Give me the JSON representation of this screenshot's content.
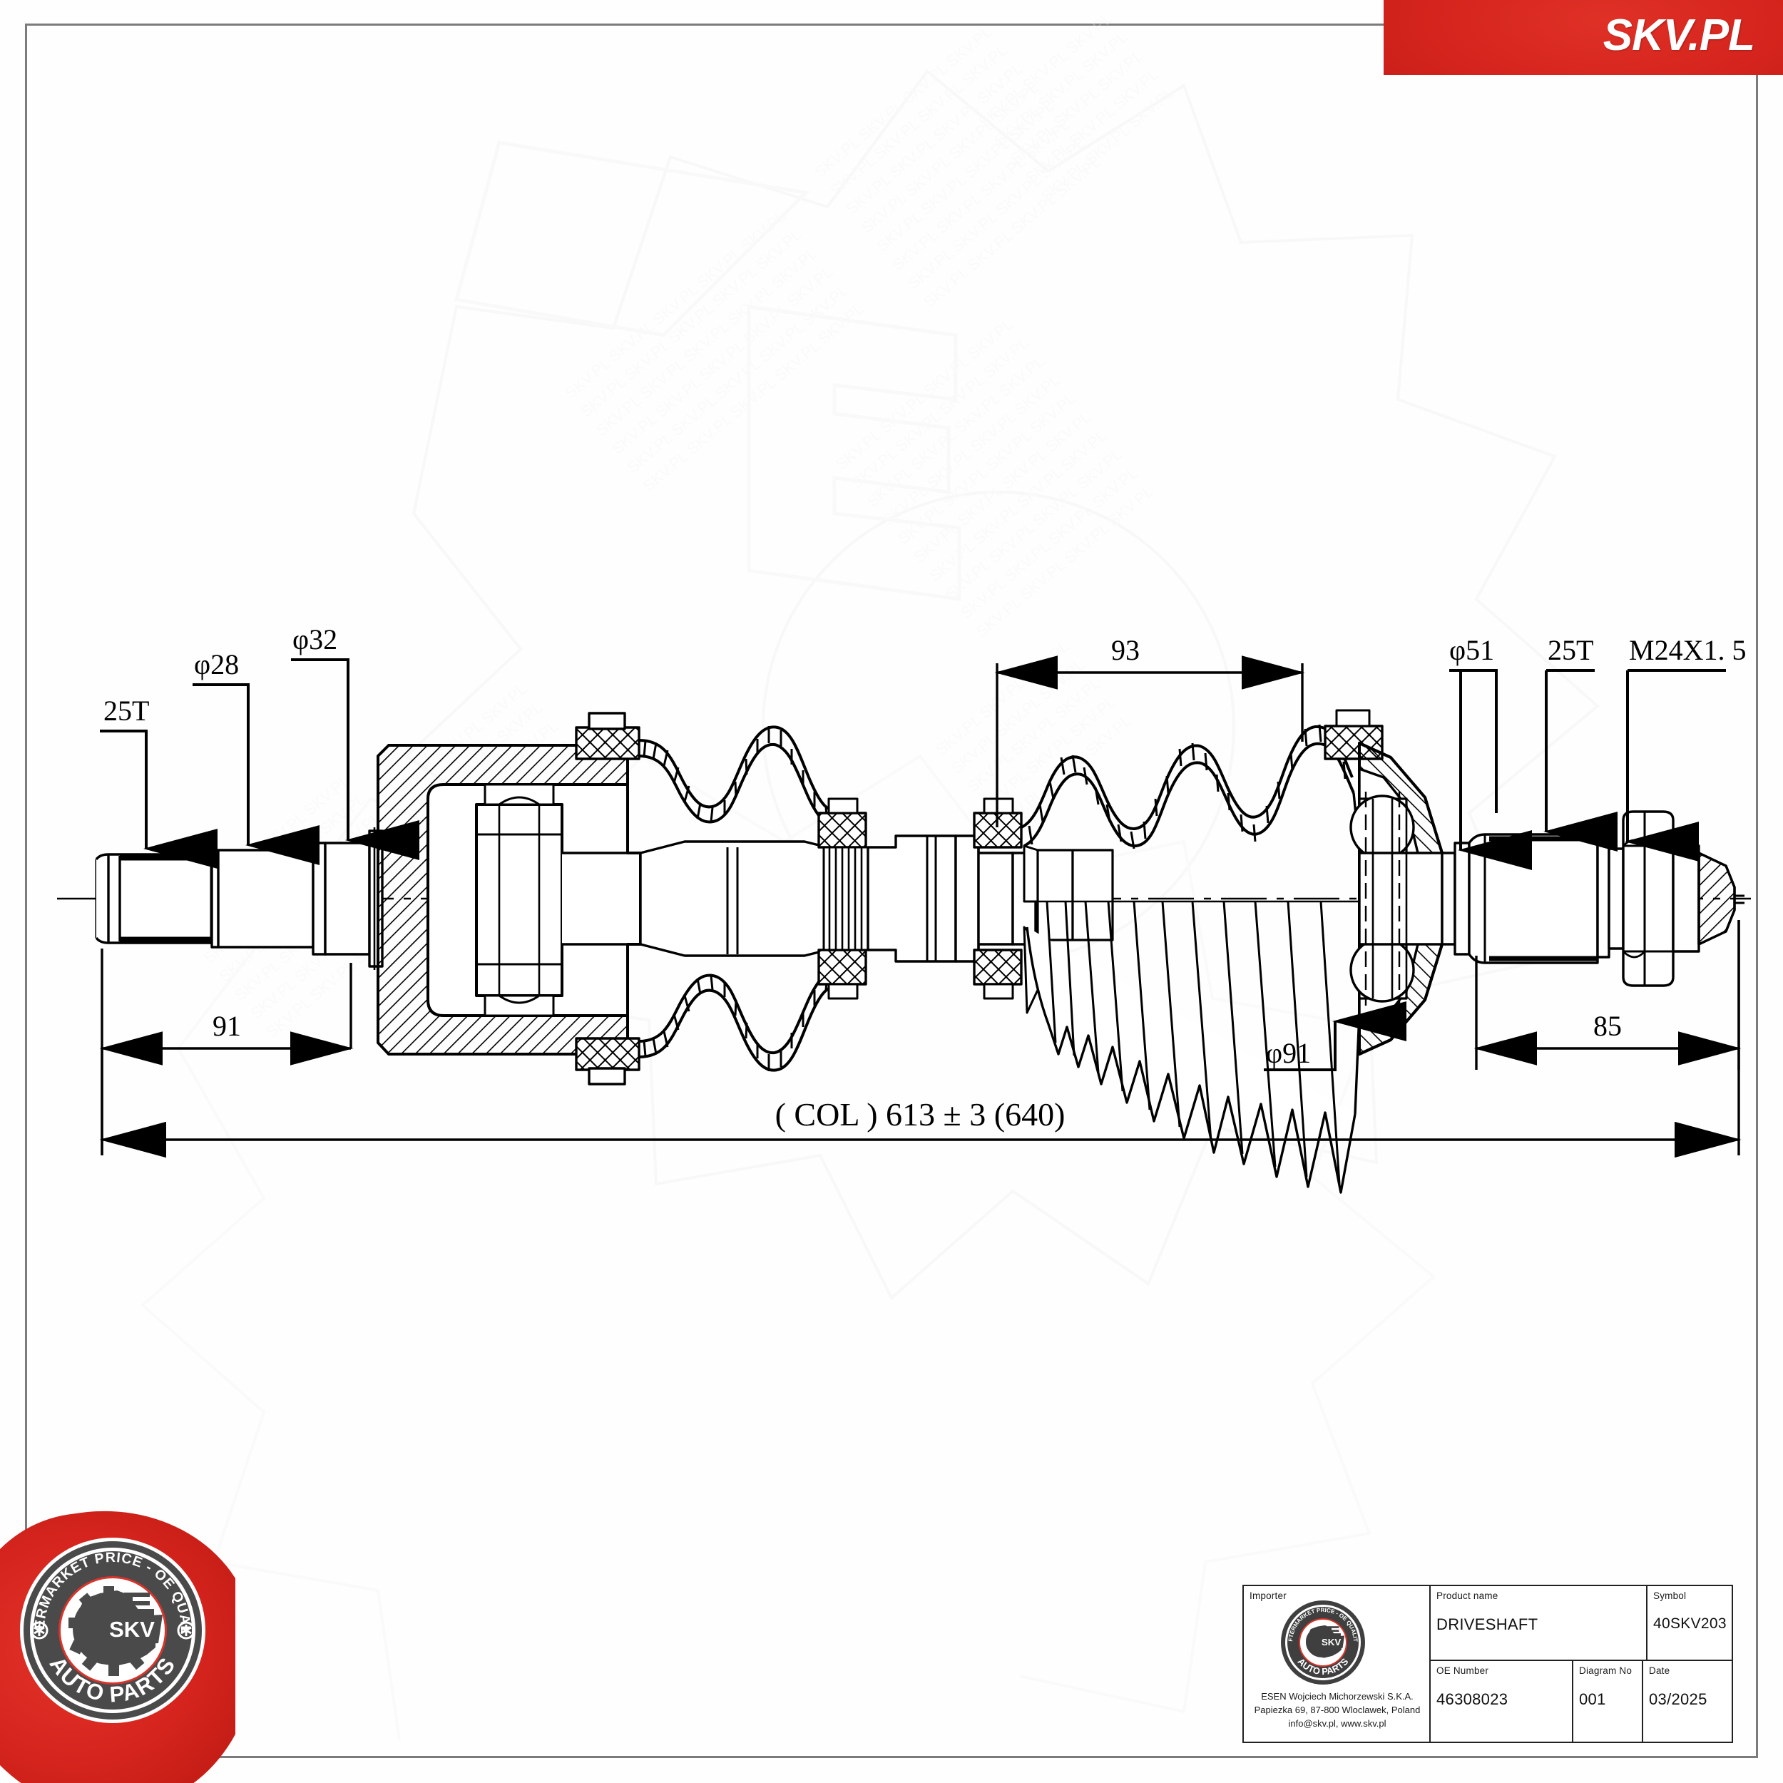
{
  "brand": {
    "banner_text": "SKV.PL",
    "banner_color": "#d3231c",
    "badge_top_text": "AFTERMARKET PRICE - OE QUALITY",
    "badge_bottom_text": "AUTO PARTS",
    "badge_center_text": "SKV",
    "badge_red": "#d8342b",
    "badge_dark": "#4a4a4a"
  },
  "drawing": {
    "type": "technical-drawing",
    "subject": "DRIVESHAFT",
    "overall_dimension": "( COL ) 613 ± 3 (640)",
    "labels_left": [
      {
        "text": "25T",
        "meaning": "spline-teeth-count-inner"
      },
      {
        "text": "φ28",
        "meaning": "diameter-28mm"
      },
      {
        "text": "φ32",
        "meaning": "diameter-32mm"
      }
    ],
    "labels_right": [
      {
        "text": "φ51",
        "meaning": "diameter-51mm"
      },
      {
        "text": "25T",
        "meaning": "spline-teeth-count-outer"
      },
      {
        "text": "M24X1. 5",
        "meaning": "thread-M24x1.5"
      }
    ],
    "dimension_91_left": "91",
    "dimension_93_top": "93",
    "dimension_85_right": "85",
    "label_phi91": "φ91"
  },
  "title_block": {
    "importer_label": "Importer",
    "importer_lines": [
      "ESEN Wojciech Michorzewski S.K.A.",
      "Papiezka 69, 87-800 Wloclawek,  Poland",
      "info@skv.pl, www.skv.pl"
    ],
    "product_name_label": "Product name",
    "product_name_value": "DRIVESHAFT",
    "symbol_label": "Symbol",
    "symbol_value": "40SKV203",
    "oe_number_label": "OE Number",
    "oe_number_value": "46308023",
    "diagram_no_label": "Diagram No",
    "diagram_no_value": "001",
    "date_label": "Date",
    "date_value": "03/2025"
  }
}
